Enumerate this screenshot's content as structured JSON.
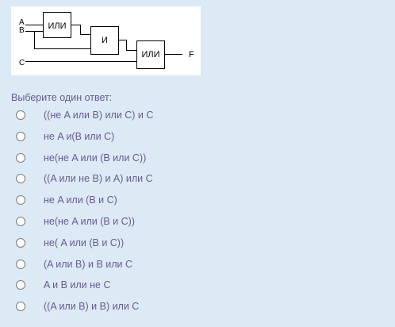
{
  "diagram": {
    "inputs": {
      "a": "A",
      "b": "B",
      "c": "C"
    },
    "gates": {
      "or_1": "ИЛИ",
      "and": "И",
      "or_2": "ИЛИ"
    },
    "output": "F"
  },
  "question": {
    "prompt": "Выберите один ответ:",
    "options": [
      {
        "label": "((не A или B) или C) и C"
      },
      {
        "label": "не A и(B или C)"
      },
      {
        "label": "не(не A или (B или C))"
      },
      {
        "label": "((A или не B) и A) или C"
      },
      {
        "label": "не A или (B и C)"
      },
      {
        "label": "не(не A или (B и C))"
      },
      {
        "label": "не( A или (B и C))"
      },
      {
        "label": "(A или B) и B или C"
      },
      {
        "label": "A и B или не C"
      },
      {
        "label": "((A или B) и B) или C"
      }
    ]
  }
}
